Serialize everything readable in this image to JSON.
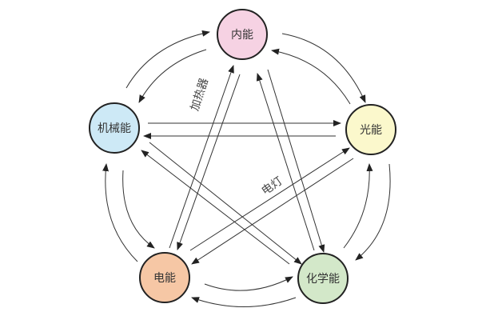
{
  "nodes": {
    "internal": {
      "label": "内能",
      "color": "#f6d2e3"
    },
    "mechanical": {
      "label": "机械能",
      "color": "#cde9f6"
    },
    "light": {
      "label": "光能",
      "color": "#fbf8cc"
    },
    "electric": {
      "label": "电能",
      "color": "#f6c7a5"
    },
    "chemical": {
      "label": "化学能",
      "color": "#d3e8c9"
    }
  },
  "edge_labels": {
    "heater": "加热器",
    "lamp": "电灯"
  }
}
